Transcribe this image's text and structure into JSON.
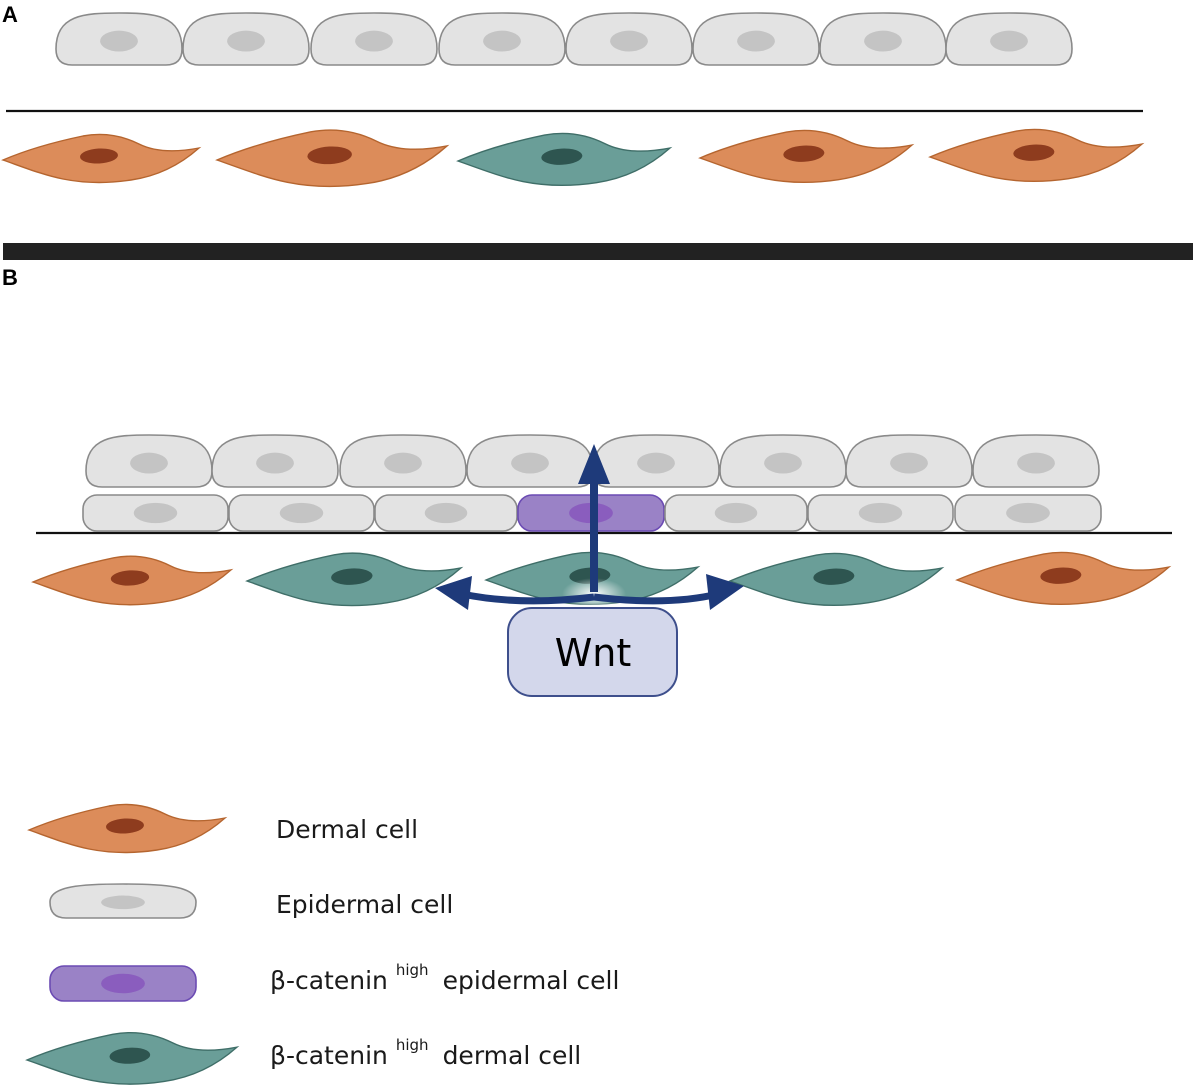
{
  "panels": {
    "a_label": "A",
    "b_label": "B"
  },
  "wnt": {
    "label": "Wnt"
  },
  "legend": {
    "dermal": "Dermal cell",
    "epidermal": "Epidermal cell",
    "bcat_prefix": "β-catenin",
    "bcat_sup": "high",
    "bcat_epidermal_suffix": "epidermal cell",
    "bcat_dermal_suffix": "dermal cell"
  },
  "colors": {
    "dermal_fill": "#DC8C5A",
    "dermal_stroke": "#B5652F",
    "dermal_nucleus": "#8E3C1E",
    "bcat_dermal_fill": "#6A9E98",
    "bcat_dermal_stroke": "#3F6E68",
    "bcat_dermal_nucleus": "#2E5550",
    "epidermal_fill": "#E3E3E3",
    "epidermal_stroke": "#8A8A8A",
    "epidermal_nucleus": "#C4C4C4",
    "bcat_epidermal_fill": "#9A82C6",
    "bcat_epidermal_stroke": "#6B4BB3",
    "bcat_epidermal_nucleus": "#8A5DBE",
    "arrow": "#1E3A7A",
    "wnt_fill": "#D3D7EB",
    "wnt_stroke": "#3E4F8C"
  }
}
